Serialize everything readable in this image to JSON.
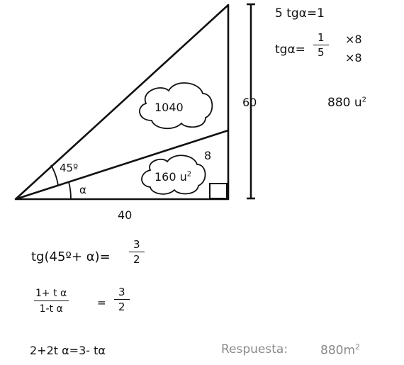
{
  "diagram": {
    "angle_big": "45º",
    "angle_small": "α",
    "base": "40",
    "height": "60",
    "segment": "8",
    "area_top": "1040",
    "area_bottom_value": "160 u",
    "area_bottom_exp": "2"
  },
  "right_notes": {
    "line1": "5 tgα=1",
    "line2_prefix": "tgα=",
    "line2_num": "1",
    "line2_den": "5",
    "line2_mult_top": "×8",
    "line2_mult_bottom": "×8",
    "area_value": "880 u",
    "area_exp": "2"
  },
  "work": {
    "eq1_left": "tg(45º+ α)=",
    "eq1_num": "3",
    "eq1_den": "2",
    "eq2_num_left": "1+ t α",
    "eq2_den_left": "1-t α",
    "eq2_eq": "=",
    "eq2_num_right": "3",
    "eq2_den_right": "2",
    "eq3": "2+2t α=3- tα"
  },
  "answer": {
    "label": "Respuesta:",
    "value": "880m",
    "exp": "2"
  }
}
